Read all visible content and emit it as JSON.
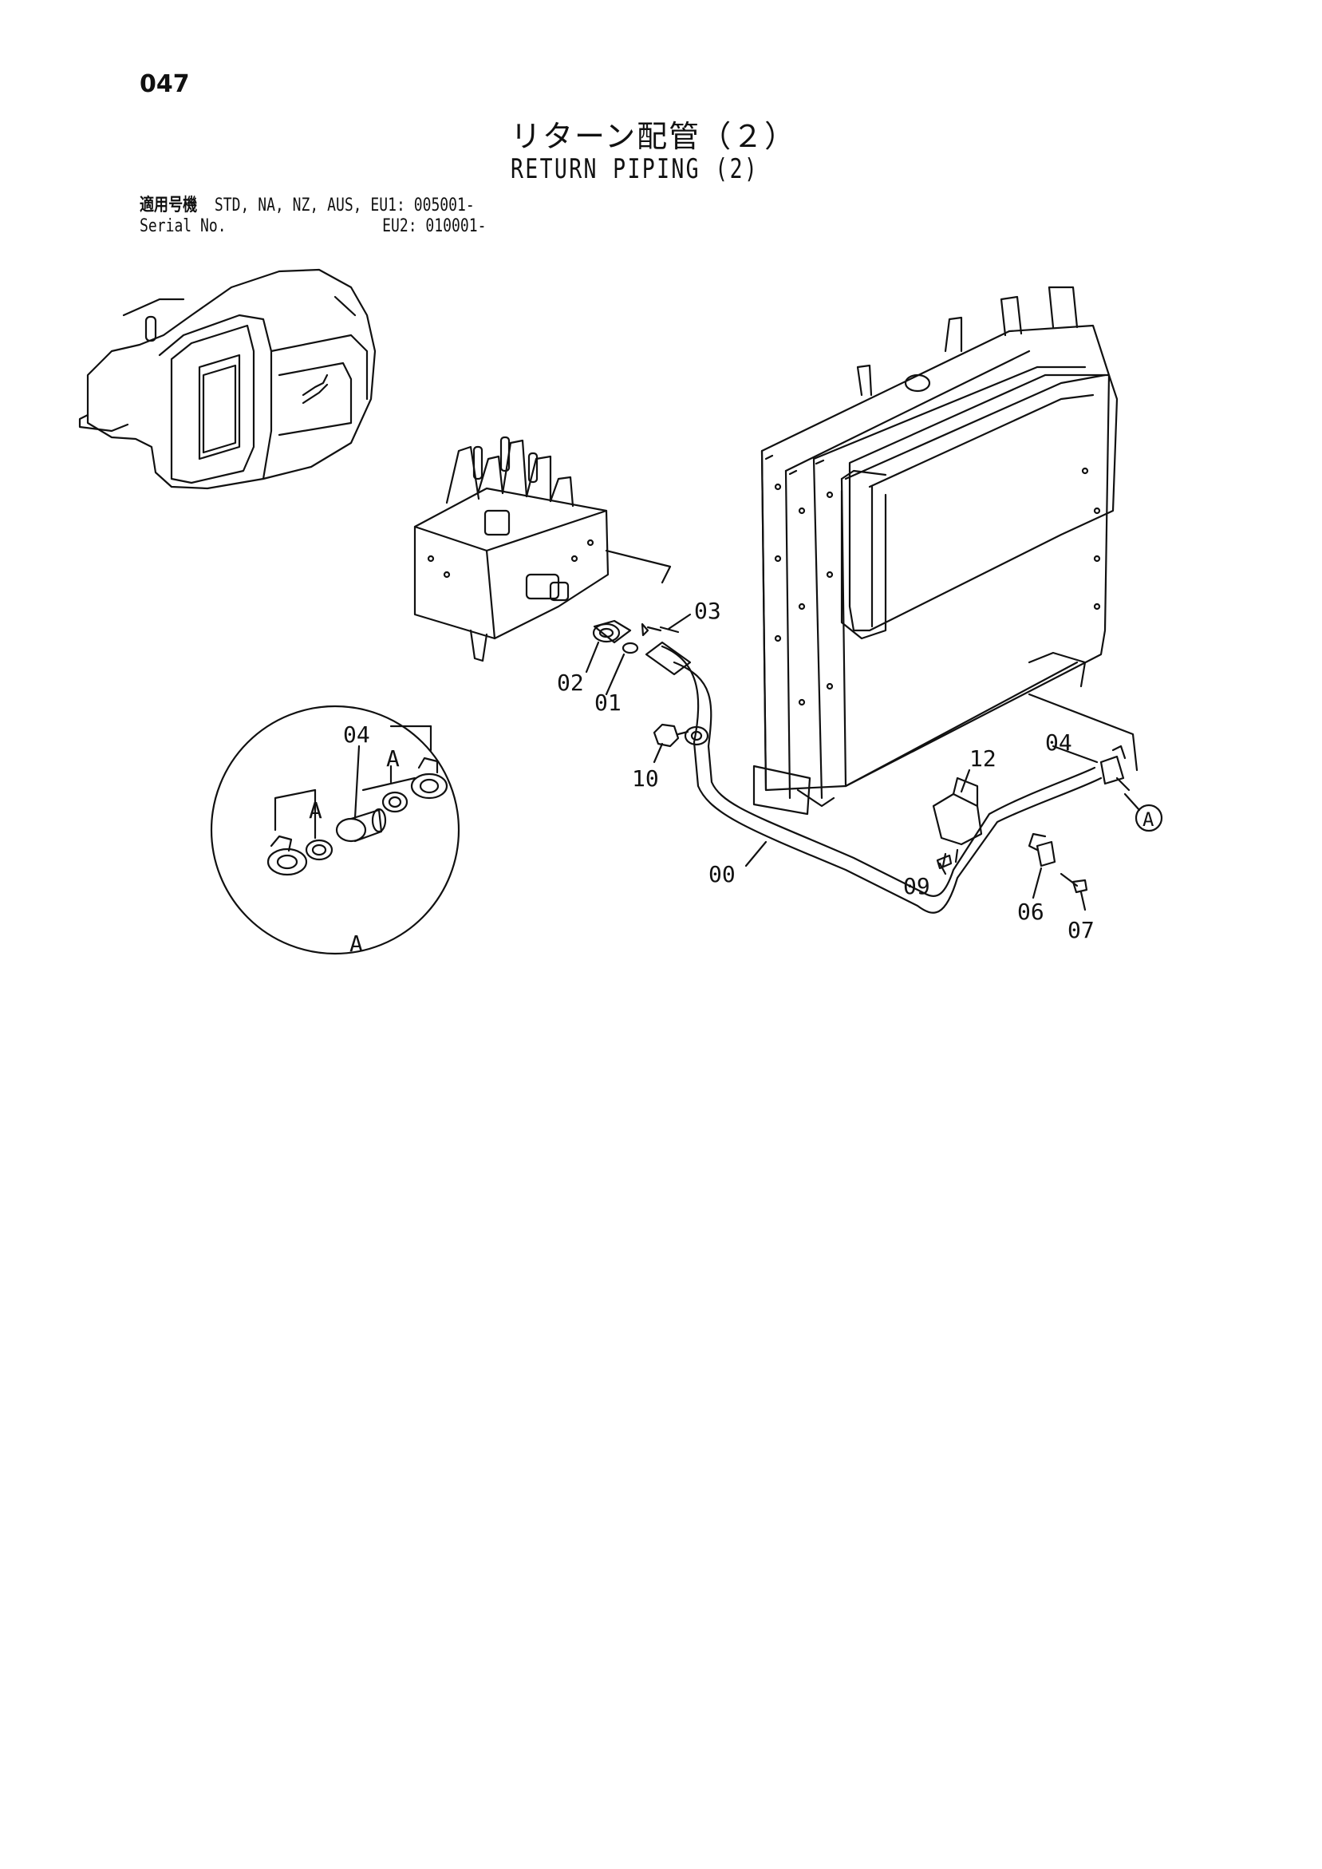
{
  "page_number": "047",
  "title_jp": "リターン配管（２）",
  "title_en": "RETURN PIPING (2)",
  "serial": {
    "label_jp": "適用号機",
    "label_en": "Serial No.",
    "models": "STD, NA, NZ, AUS, EU1:",
    "eu1_range": "005001-",
    "eu2_label": "EU2:",
    "eu2_range": "010001-"
  },
  "callouts": {
    "p00": "00",
    "p01": "01",
    "p02": "02",
    "p03": "03",
    "p04": "04",
    "p04_detail": "04",
    "p06": "06",
    "p07": "07",
    "p09": "09",
    "p10": "10",
    "p12": "12",
    "ref_a": "A",
    "detail_a_top": "A",
    "detail_a_left": "A",
    "detail_a_caption": "A"
  }
}
